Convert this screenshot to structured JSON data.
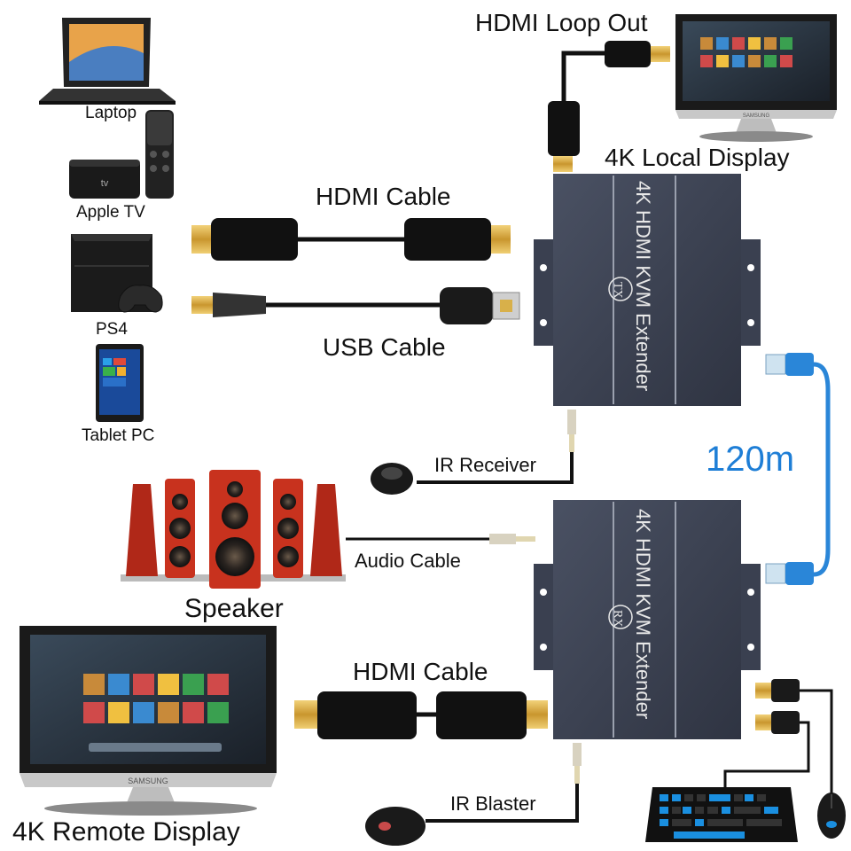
{
  "sources": {
    "laptop": "Laptop",
    "apple_tv": "Apple TV",
    "ps4": "PS4",
    "tablet": "Tablet PC"
  },
  "cables": {
    "hdmi_top": "HDMI Cable",
    "usb": "USB Cable",
    "hdmi_loop": "HDMI Loop Out",
    "ir_receiver": "IR Receiver",
    "audio": "Audio Cable",
    "hdmi_bottom": "HDMI Cable",
    "ir_blaster": "IR Blaster"
  },
  "devices": {
    "tx_label": "4K HDMI KVM Extender",
    "tx_badge": "TX",
    "rx_label": "4K HDMI KVM Extender",
    "rx_badge": "RX",
    "local_display": "4K Local Display",
    "remote_display": "4K Remote Display",
    "speaker": "Speaker",
    "monitor_brand": "SAMSUNG",
    "apple_tv_logo": "tv"
  },
  "distance": "120m",
  "colors": {
    "extender_body": "#3a4050",
    "ethernet_blue": "#2a86d8",
    "hdmi_gold": "#d8b04a",
    "speaker_red": "#c8321e",
    "keyboard_blue": "#1a8fe0"
  }
}
